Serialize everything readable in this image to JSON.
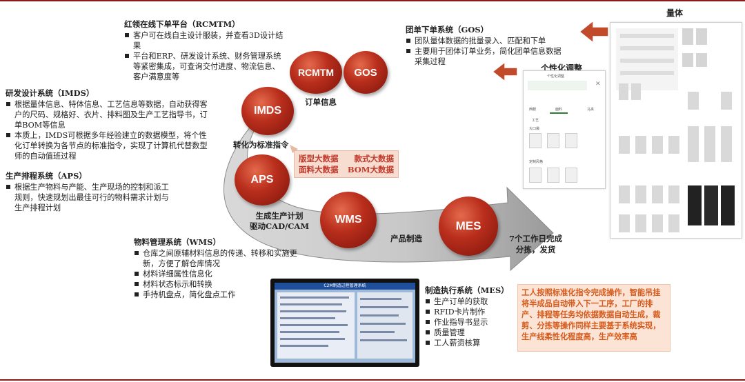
{
  "colors": {
    "accent": "#8b1a1a",
    "ball": "#b92e1c",
    "arrow": "#c14a2a",
    "note_text": "#d65a1a",
    "bigdata_text": "#c0392b"
  },
  "rcmtm_block": {
    "title": "红领在线下单平台（RCMTM）",
    "items": [
      "客户可在线自主设计服装，并查看3D设计结果",
      "平台和ERP、研发设计系统、财务管理系统等紧密集成，可查询交付进度、物流信息、客户满意度等"
    ]
  },
  "gos_block": {
    "title": "团单下单系统（GOS）",
    "items": [
      "团队量体数据的批量录入、匹配和下单",
      "主要用于团体订单业务，简化团单信息数据采集过程"
    ]
  },
  "imds_block": {
    "title": "研发设计系统（IMDS）",
    "items": [
      "根据量体信息、特体信息、工艺信息等数据，自动获得客户的尺码、规格好、衣片、排料图及生产工艺指导书，订单BOM等信息",
      "本质上，IMDS可根据多年经验建立的数据模型，将个性化订单转换为各节点的标准指令，实现了计算机代替数型师的自动值班过程"
    ]
  },
  "aps_block": {
    "title": "生产排程系统（APS）",
    "items": [
      "根据生产物料与产能、生产现场的控制和派工规则，快速规划出最佳可行的物料需求计划与生产排程计划"
    ]
  },
  "wms_block": {
    "title": "物料管理系统（WMS）",
    "items": [
      "仓库之间原辅材料信息的传递、转移和实施更新，方便了解仓库情况",
      "材料详细属性信息化",
      "材料状态标示和转换",
      "手持机盘点，简化盘点工作"
    ]
  },
  "mes_block": {
    "title": "制造执行系统（MES）",
    "items": [
      "生产订单的获取",
      "RFID卡片制作",
      "作业指导书显示",
      "质量管理",
      "工人薪资核算"
    ]
  },
  "balls": {
    "rcmtm": "RCMTM",
    "gos": "GOS",
    "imds": "IMDS",
    "aps": "APS",
    "wms": "WMS",
    "mes": "MES"
  },
  "flow_labels": {
    "order_info": "订单信息",
    "to_std": "转化为标准指令",
    "drive": "生成生产计划\n驱动CAD/CAM",
    "make": "产品制造",
    "deliver": "7个工作日完成\n分拣，发货"
  },
  "bigdata": [
    "版型大数据",
    "款式大数据",
    "面料大数据",
    "BOM大数据"
  ],
  "mes_note": "工人按照标准化指令完成操作，智能吊挂将半成品自动带入下一工序，工厂的排产、排程等任务均依据数据自动生成，裁剪、分拣等操作同样主要基于系统实现，生产线柔性化程度高，生产效率高",
  "panel_titles": {
    "measure": "量体",
    "custom": "个性化调整"
  },
  "custom_panel": {
    "title": "个性化调整",
    "tabs": [
      "西服",
      "面料",
      "马夹"
    ],
    "section": "工艺",
    "subsection": "大口袋",
    "subsection2": "定制风格"
  },
  "screen_title": "C2M制造过程管理系统",
  "icons": {
    "arrow_left_1": "arrow-left-icon",
    "arrow_left_2": "arrow-left-icon",
    "arrow_left_3": "arrow-left-icon",
    "close": "close-icon"
  }
}
